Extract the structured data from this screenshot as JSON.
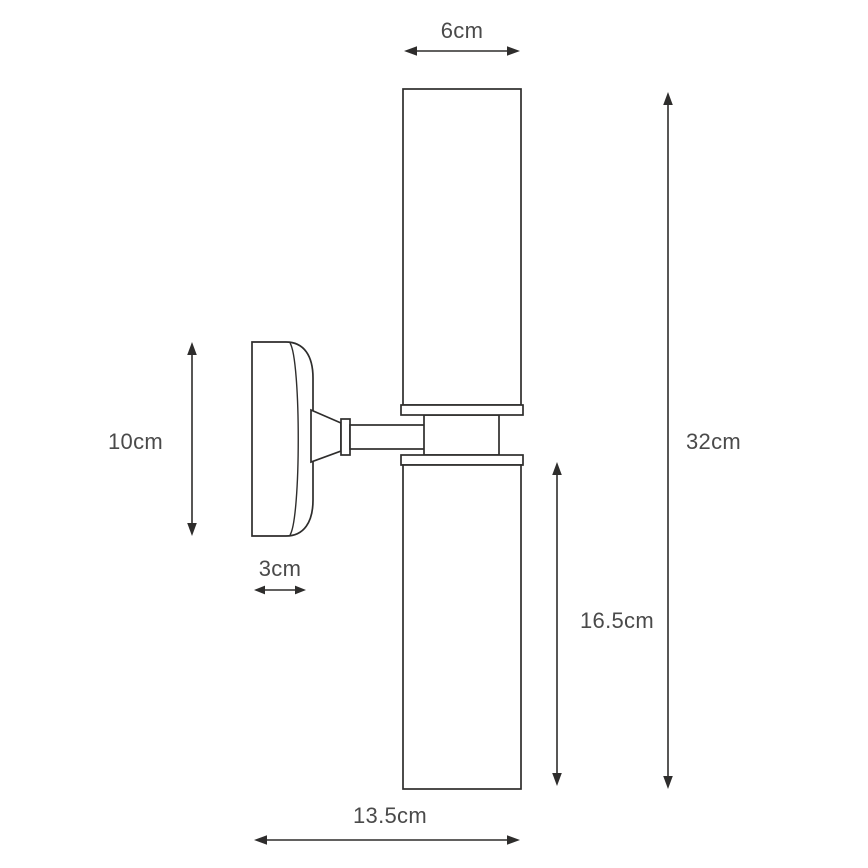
{
  "labels": {
    "top_width": "6cm",
    "overall_height": "32cm",
    "backplate_height": "10cm",
    "backplate_depth": "3cm",
    "lower_shade_height": "16.5cm",
    "overall_depth": "13.5cm"
  },
  "colors": {
    "line": "#2e2d2c",
    "text": "#4a4a4a",
    "background": "#ffffff"
  }
}
